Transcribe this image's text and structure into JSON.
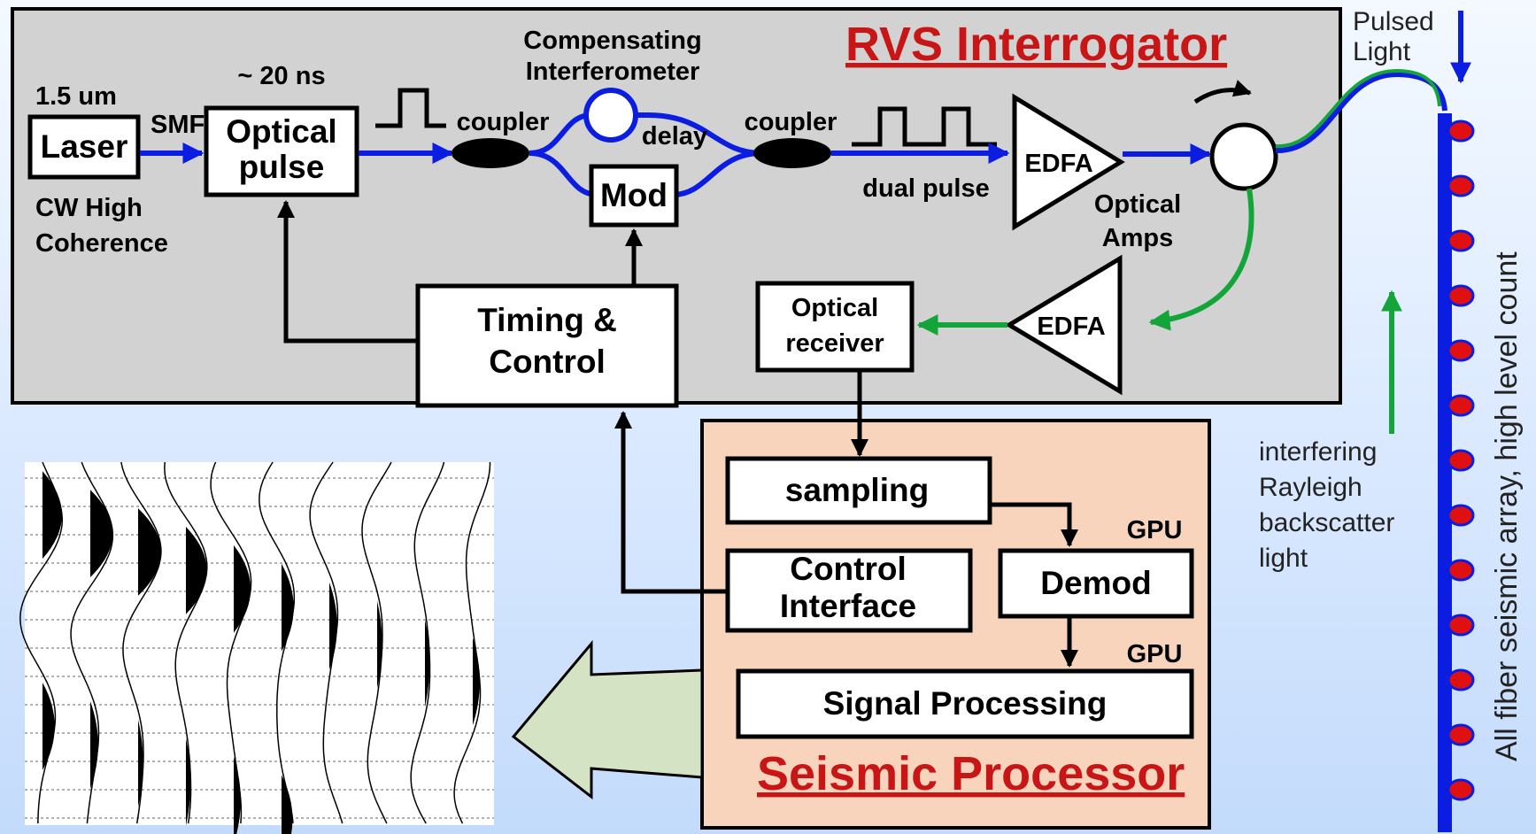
{
  "interrogator": {
    "title": "RVS Interrogator"
  },
  "processor": {
    "title": "Seismic Processor"
  },
  "laser": {
    "label": "Laser",
    "wavelength": "1.5 um",
    "desc_1": "CW High",
    "desc_2": "Coherence"
  },
  "smf_label": "SMF",
  "pulse": {
    "duration": "~ 20 ns",
    "label_1": "Optical",
    "label_2": "pulse"
  },
  "interferometer": {
    "title_1": "Compensating",
    "title_2": "Interferometer",
    "coupler_in": "coupler",
    "coupler_out": "coupler",
    "delay": "delay",
    "mod": "Mod",
    "dual_pulse": "dual pulse"
  },
  "edfa_tx": {
    "label": "EDFA",
    "caption_1": "Optical",
    "caption_2": "Amps"
  },
  "edfa_rx": {
    "label": "EDFA"
  },
  "timing": {
    "label_1": "Timing &",
    "label_2": "Control"
  },
  "receiver": {
    "label_1": "Optical",
    "label_2": "receiver"
  },
  "sampling": {
    "label": "sampling"
  },
  "demod": {
    "label": "Demod",
    "gpu_label": "GPU"
  },
  "control_interface": {
    "label_1": "Control",
    "label_2": "Interface"
  },
  "signal_processing": {
    "label": "Signal Processing",
    "gpu_label": "GPU"
  },
  "pulsed_light": {
    "label_1": "Pulsed",
    "label_2": "Light"
  },
  "backscatter": {
    "line_1": "interfering",
    "line_2": "Rayleigh",
    "line_3": "backscatter",
    "line_4": "light"
  },
  "fiber_array": {
    "label": "All fiber seismic array, high level count",
    "sensor_count": 13
  },
  "colors": {
    "forward_light": "#0a1de0",
    "backscatter_light": "#13a53a",
    "title_red": "#c81616",
    "interrogator_bg": "#d2d2d2",
    "processor_bg": "#f8d4bd",
    "output_arrow": "#d3e3c3"
  },
  "seismic_plot": {
    "trace_count": 10
  }
}
